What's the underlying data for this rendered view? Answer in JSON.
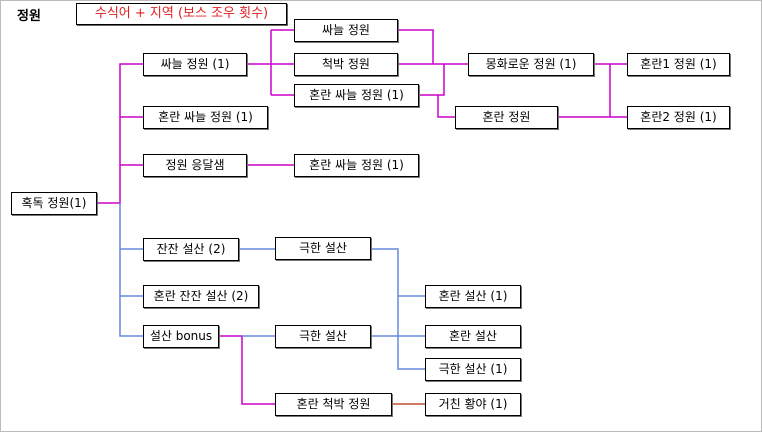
{
  "title": "정원",
  "legend": "수식어 + 지역 (보스 조우 횟수)",
  "colors": {
    "garden": "#cc00cc",
    "snow": "#6688dd",
    "wild": "#c05030"
  },
  "nodes": {
    "root": "혹독 정원(1)",
    "chilly_garden_1": "싸늘 정원 (1)",
    "chaos_chilly_garden_1": "혼란 싸늘 정원 (1)",
    "garden_spring": "정원 응달샘",
    "calm_snow": "잔잔 설산 (2)",
    "chaos_calm_snow": "혼란 잔잔 설산 (2)",
    "snow_bonus": "설산 bonus",
    "chilly_garden": "싸늘 정원",
    "barren_garden": "척박 정원",
    "chaos_chilly_garden_b": "혼란 싸늘 정원 (1)",
    "chaos_chilly_garden_c": "혼란 싸늘 정원 (1)",
    "extreme_snow_a": "극한 설산",
    "extreme_snow_b": "극한 설산",
    "chaos_barren_garden": "혼란 척박 정원",
    "peaceful_garden": "몽화로운 정원 (1)",
    "chaos_garden": "혼란 정원",
    "chaos1_garden": "혼란1 정원 (1)",
    "chaos2_garden": "혼란2 정원 (1)",
    "chaos_snow_1": "혼란 설산 (1)",
    "chaos_snow": "혼란 설산",
    "extreme_snow_1": "극한 설산 (1)",
    "rough_wild": "거친 황야 (1)"
  }
}
